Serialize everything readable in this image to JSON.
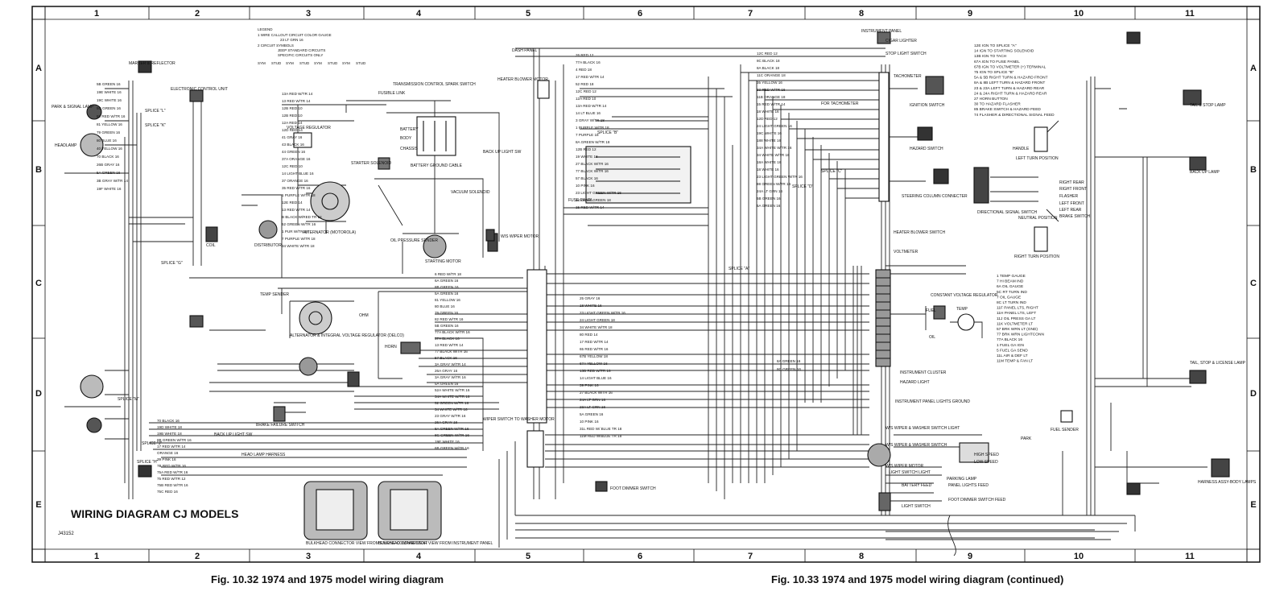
{
  "grid": {
    "columns": [
      "1",
      "2",
      "3",
      "4",
      "5",
      "6",
      "7",
      "8",
      "9",
      "10",
      "11"
    ],
    "rows": [
      "A",
      "B",
      "C",
      "D",
      "E"
    ]
  },
  "diagram_title": "WIRING DIAGRAM CJ MODELS",
  "drawing_number": "J43152",
  "captions": {
    "left": "Fig. 10.32  1974 and 1975 model wiring diagram",
    "right": "Fig. 10.33  1974 and 1975 model wiring diagram (continued)"
  },
  "components": [
    "MARKER & REFLECTOR",
    "PARK & SIGNAL LAMP",
    "HEADLAMP",
    "ELECTRONIC CONTROL UNIT",
    "SPLICE \"L\"",
    "SPLICE \"K\"",
    "SPLICE \"G\"",
    "SPLICE \"M\"",
    "SPLICE \"J\"",
    "SPLICE \"H\"",
    "COIL",
    "DISTRIBUTOR",
    "VOLTAGE REGULATOR",
    "ALTERNATOR (MOTOROLA)",
    "TRANSMISSION CONTROL SPARK SWITCH",
    "FUSIBLE LINK",
    "BATTERY",
    "BODY",
    "CHASSIS",
    "BATTERY GROUND CABLE",
    "STARTER SOLENOID",
    "OIL PRESSURE SENDER",
    "STARTING MOTOR",
    "TEMP SENDER",
    "ALTERNATOR & INTEGRAL VOLTAGE REGULATOR (DELCO)",
    "OHM",
    "HORN",
    "BRAKE FAILURE SWITCH",
    "BACK UP LIGHT SW",
    "HEAD LAMP HARNESS",
    "BULKHEAD CONNECTOR VIEW FROM ENGINE COMPARTMENT",
    "BULKHEAD CONNECTOR VIEW FROM INSTRUMENT PANEL",
    "DASH PANEL",
    "HEATER BLOWER MOTOR",
    "BACK UP LIGHT SW",
    "VACUUM SOLENOID",
    "W/S WIPER MOTOR",
    "WIPER SWITCH TO WASHER MOTOR",
    "FOOT DIMMER SWITCH",
    "SPLICE \"B\"",
    "FUSE PANEL",
    "SPLICE \"A\"",
    "SPLICE \"C\"",
    "SPLICE \"D\"",
    "INSTRUMENT PANEL",
    "CIGAR LIGHTER",
    "STOP LIGHT SWITCH",
    "TACHOMETER",
    "FOR TACHOMETER",
    "IGNITION SWITCH",
    "HAZARD SWITCH",
    "STEERING COLUMN CONNECTER",
    "HEATER BLOWER SWITCH",
    "VOLTMETER",
    "CONSTANT VOLTAGE REGULATOR",
    "FUEL",
    "TEMP",
    "OIL",
    "INSTRUMENT CLUSTER",
    "HAZARD LIGHT",
    "INSTRUMENT PANEL LIGHTS GROUND",
    "W/S WIPER & WASHER SWITCH LIGHT",
    "W/S WIPER & WASHER SWITCH",
    "W/S WIPER MOTOR",
    "LIGHT SWITCH LIGHT",
    "PARKING LAMP",
    "BATTERY FEED",
    "PANEL LIGHTS FEED",
    "FOOT DIMMER SWITCH FEED",
    "LIGHT SWITCH",
    "PARK",
    "HIGH SPEED",
    "LOW SPEED",
    "FUEL SENDER",
    "LEFT TURN POSITION",
    "HANDLE",
    "RIGHT REAR",
    "RIGHT FRONT",
    "FLASHER",
    "LEFT FRONT",
    "LEFT REAR",
    "BRAKE SWITCH",
    "DIRECTIONAL SIGNAL SWITCH",
    "NEUTRAL POSITION",
    "RIGHT TURN POSITION",
    "TAIL & STOP LAMP",
    "BACK UP LAMP",
    "TAIL, STOP & LICENSE LAMP",
    "HARNESS ASSY-BODY LAMPS"
  ],
  "legend": {
    "title": "LEGEND",
    "rows": [
      "1 WIRE CALLOUT  CIRCUIT COLOR GAUGE",
      "23  LT GRN  16",
      "2 CIRCUIT SYMBOLS",
      "JEEP STANDARD CIRCUITS",
      "SPECIFIC CIRCUITS ONLY"
    ],
    "headers": [
      "SYM",
      "STUD",
      "SYM",
      "STUD",
      "SYM",
      "STUD",
      "SYM",
      "STUD"
    ]
  },
  "ignition_notes": [
    "12E IGN TO SPLICE \"A\"",
    "14 IGN TO STARTING SOLENOID",
    "13B IGN TO TACH",
    "67A IGN TO FUSE PANEL",
    "67B IGN TO VOLTMETER (+) TERMINAL",
    "75 IGN TO SPLICE \"B\"",
    "5A & 5B RIGHT TURN & HAZARD FRONT",
    "8A & 8B LEFT TURN & HAZARD FRONT",
    "23 & 23A LEFT TURN & HAZARD REAR",
    "24 & 24A RIGHT TURN & HAZARD REAR",
    "27 HORN BUTTON",
    "30 TO HAZARD FLASHER",
    "85 BRAKE SWITCH & HAZARD FEED",
    "74 FLASHER & DIRECTIONAL SIGNAL FEED"
  ],
  "cluster_notes": [
    "1 TEMP GAUGE",
    "7 HI BEAM IND",
    "6A OIL GAUGE",
    "5C RT TURN IND",
    "7 OIL GAUGE",
    "8C LT TURN IND",
    "11F PANEL LTS, RIGHT",
    "11H PANEL LTS, LEFT",
    "11J OIL PRESS GA LT",
    "11K VOLTMETER LT",
    "57 BRK WRN LT (GND)",
    "77 BRK WRN LIGHTCONN",
    "77A BLACK 16",
    "1 FUEL GA IGN",
    "5 FUEL GA SEND",
    "11L AIR & DEF LT",
    "11M TEMP & FAN LT"
  ],
  "wire_labels": [
    "5B GREEN 16",
    "19E WHITE 16",
    "19C WHITE 16",
    "5C GREEN 16",
    "82 RED W/TR 16",
    "81 YELLOW 16",
    "79 GREEN 16",
    "80 BLUE 16",
    "40 YELLOW 16",
    "70 BLACK 16",
    "26B GRAY 16",
    "5A GREEN 16",
    "3B GRAY W/TR 14",
    "19F WHITE 16",
    "13A RED W/TR 14",
    "13 RED W/TR 14",
    "12B RED 10",
    "12B RED 10",
    "12A RED 14",
    "12D RED 14",
    "41 GRAY 16",
    "43 BLACK 16",
    "44 GREEN 16",
    "37A ORANGE 16",
    "12C RED 10",
    "14 LIGHT BLUE 16",
    "37 ORANGE 16",
    "35 RED W/TR 16",
    "1 PURPLE W/TR 18",
    "12E RED 14",
    "13 RED W/TR 14",
    "B BLACK W/RED TR 24",
    "52 GREEN W/TR 16",
    "1 PUR W/TR 18",
    "7 PURPLE W/TR 18",
    "34 WHITE W/TR 18",
    "6 RED W/TR 18",
    "6A GREEN 16",
    "8B GREEN 16",
    "5A GREEN 16",
    "81 YELLOW 16",
    "80 BLUE 16",
    "79 GREEN 16",
    "82 RED W/TR 16",
    "5B GREEN 16",
    "77A BLACK W/TR 16",
    "57A BLACK 16",
    "13 RED W/TR 14",
    "77 BLACK W/TR 16",
    "57 BLACK 16",
    "3A GRAY W/TR 14",
    "26A GRAY 16",
    "3A GRAY W/TR 16",
    "5A GREEN 16",
    "52A WHITE W/TR 16",
    "34A WHITE W/TR 16",
    "52 GREEN W/TR 16",
    "34 WHITE W/TR 16",
    "23 GRAY W/TR 16",
    "26A GRAY 16",
    "8A GREEN W/TR 16",
    "8C GREEN W/TR 16",
    "19E WHITE 16",
    "6B GREEN W/TR 16",
    "70 BLACK 16",
    "19D WHITE 18",
    "19B WHITE 18",
    "8B GREEN W/TR 16",
    "17 RED W/TR 14",
    "ORANGE 16",
    "39 PINK 16",
    "7B RED W/TR 16",
    "75A RED W/TR 16",
    "75 RED W/TR 12",
    "75B RED W/TR 16",
    "75C RED 16",
    "26 RED 12",
    "77A BLACK 16",
    "4 RED 18",
    "17 RED W/TR 14",
    "52 RED 18",
    "12C RED 12",
    "12A RED 10",
    "13A RED W/TR 14",
    "14 LT BLUE 16",
    "3 GRAY W/TR 18",
    "1 PURPLE W/TR 18",
    "7 PURPLE 18",
    "8A GREEN W/TR 18",
    "12B RED 12",
    "19 WHITE 18",
    "27 BLACK W/TR 16",
    "77 BLACK W/TR 16",
    "57 BLACK 16",
    "10 PINK 16",
    "23 LIGHT GREEN W/TR 16",
    "24 LIGHT GREEN 18",
    "15 RED W/TR 14",
    "25 GRAY 16",
    "18 WHITE 16",
    "23 LIGHT GREEN W/TR 16",
    "24 LIGHT GREEN 18",
    "34 WHITE W/TR 18",
    "80 RED 14",
    "17 RED W/TR 14",
    "65 RED W/TR 16",
    "67B YELLOW 18",
    "67A YELLOW 16",
    "13B RED W/TR 16",
    "14 LIGHT BLUE 16",
    "39 PINK 16",
    "27 BLACK W/TR 16",
    "24A LT GRN 16",
    "23A LT GRN 16",
    "5A GREEN 16",
    "10 PINK 16",
    "31L RED W/ BLUE TR 18",
    "11M RED W/BLUE TR 18",
    "12C RED 12",
    "8C BLACK 18",
    "8A BLACK 18",
    "11C ORANGE 18",
    "35 YELLOW 16",
    "33 RED W/TR 16",
    "11B ORANGE 18",
    "15 RED W/TR 14",
    "18 WHITE 16",
    "12D RED 12",
    "24 LIGHT GREEN 16",
    "19C WHITE 16",
    "188 WHITE 16",
    "34A WHITE W/TR 16",
    "34 WHITE W/TR 16",
    "18A WHITE 16",
    "18 WHITE 16",
    "23 LIGHT GREEN W/TR 16",
    "88 GREEN W/TR 16",
    "24A LT GRN 16",
    "5B GREEN 16",
    "5A GREEN 16",
    "8A GREEN 16",
    "8C GREEN 16"
  ]
}
